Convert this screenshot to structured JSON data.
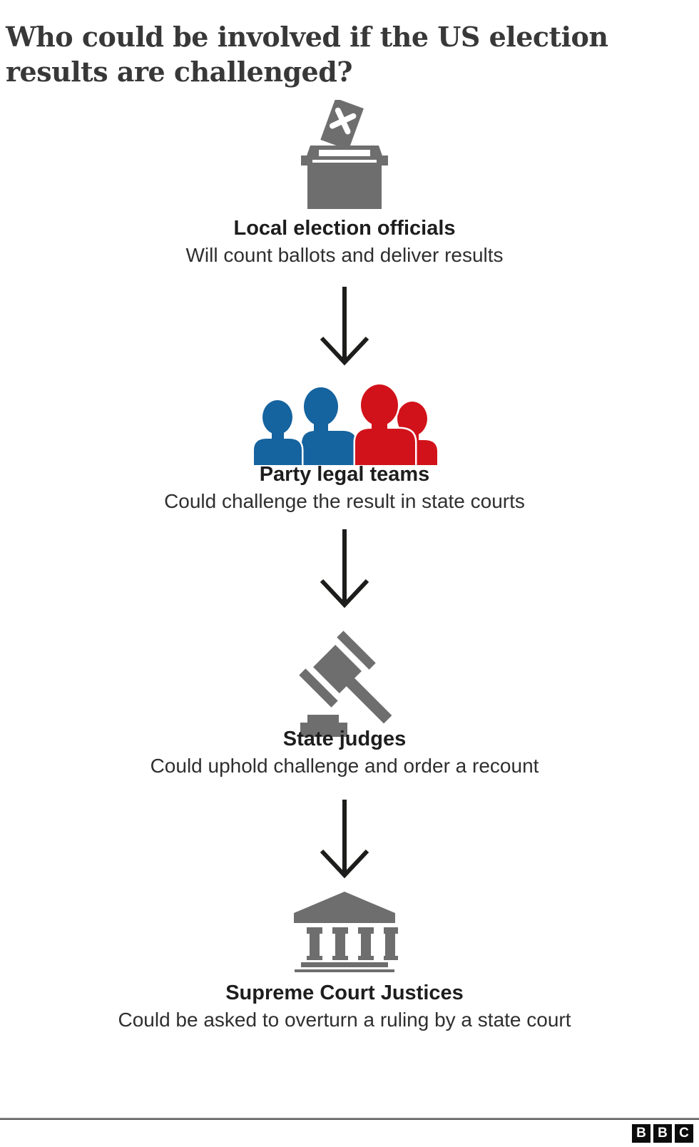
{
  "header": {
    "title": "Who could be involved if the US election results are challenged?"
  },
  "flow": {
    "connector": "down-arrow",
    "steps": [
      {
        "icon": "ballot-box-icon",
        "title": "Local election officials",
        "subtitle": "Will count ballots and deliver results"
      },
      {
        "icon": "party-legal-teams-icon",
        "title": "Party legal teams",
        "subtitle": "Could challenge the result in state courts"
      },
      {
        "icon": "gavel-icon",
        "title": "State judges",
        "subtitle": "Could uphold challenge and order a recount"
      },
      {
        "icon": "supreme-court-building-icon",
        "title": "Supreme Court Justices",
        "subtitle": "Could be asked to overturn a ruling by a state court"
      }
    ]
  },
  "footer": {
    "bbc_letters": [
      "B",
      "B",
      "C"
    ]
  },
  "colors": {
    "icon_gray": "#6e6e6e",
    "democrat_blue": "#15639f",
    "republican_red": "#d2121a",
    "arrow": "#1d1d1b",
    "title_text": "#383838",
    "heading_text": "#1d1d1d",
    "body_text": "#2f2f2f",
    "footer_rule": "#6e6e6e",
    "bbc_block": "#0c0c0c"
  }
}
